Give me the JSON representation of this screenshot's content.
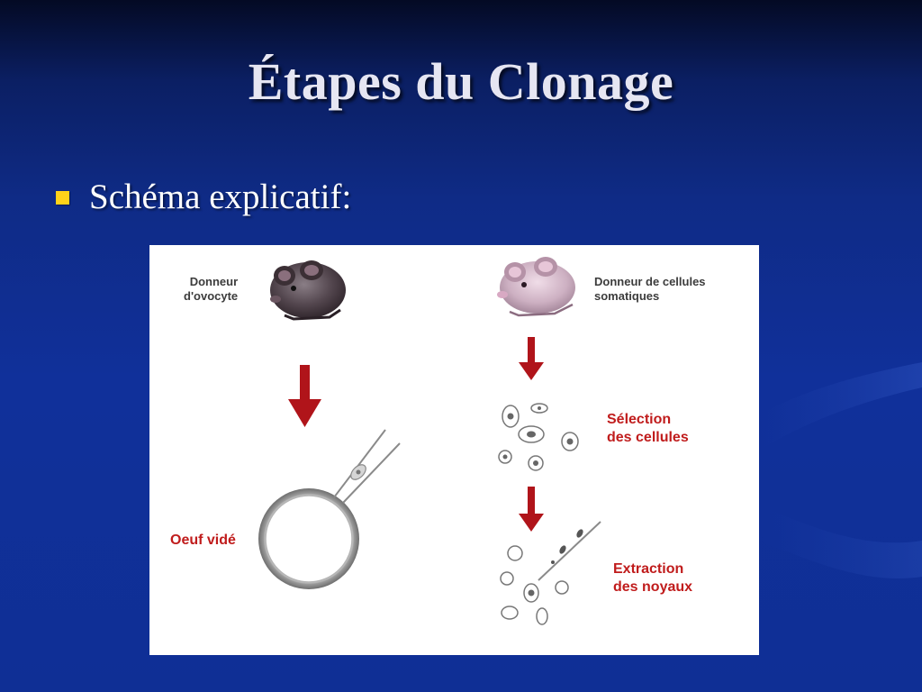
{
  "slide": {
    "title": "Étapes du Clonage",
    "bullet": {
      "text": "Schéma explicatif:"
    },
    "colors": {
      "background_top": "#040a24",
      "background_main": "#10309a",
      "title_text": "#e6e6f2",
      "bullet_square": "#ffd21a",
      "arrow_red": "#b0141a",
      "label_red": "#c01c1c"
    }
  },
  "diagram": {
    "labels": {
      "oocyte_donor": [
        "Donneur",
        "d'ovocyte"
      ],
      "somatic_donor": [
        "Donneur de cellules",
        "somatiques"
      ],
      "empty_egg": [
        "Oeuf vidé"
      ],
      "cell_selection": [
        "Sélection",
        "des cellules"
      ],
      "nucleus_extraction": [
        "Extraction",
        "des noyaux"
      ]
    },
    "icons": [
      "mouse-dark-icon",
      "mouse-light-icon",
      "micropipette-icon",
      "cell-icon",
      "down-arrow-icon"
    ]
  }
}
